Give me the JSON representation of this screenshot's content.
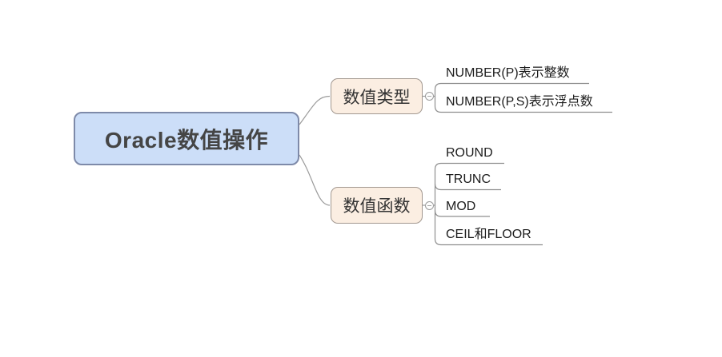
{
  "mindmap": {
    "root": {
      "label": "Oracle数值操作"
    },
    "branches": [
      {
        "label": "数值类型",
        "collapse_icon": "minus",
        "children": [
          "NUMBER(P)表示整数",
          "NUMBER(P,S)表示浮点数"
        ]
      },
      {
        "label": "数值函数",
        "collapse_icon": "minus",
        "children": [
          "ROUND",
          "TRUNC",
          "MOD",
          "CEIL和FLOOR"
        ]
      }
    ]
  },
  "colors": {
    "canvas_background": "#ffffff",
    "root_fill": "#ccdef8",
    "root_border": "#7e8aa9",
    "branch_fill": "#fbeee2",
    "branch_border": "#a29890",
    "connector_line": "#8f8f8f",
    "text": "#1d1d1d"
  }
}
